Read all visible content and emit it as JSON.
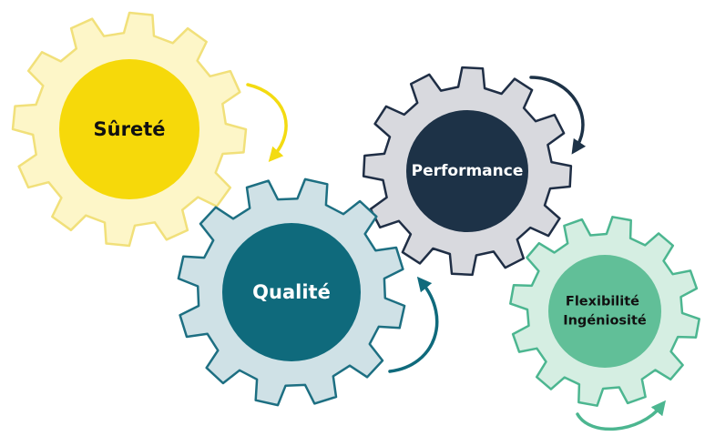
{
  "gears": [
    {
      "id": "surete",
      "lines": [
        "Sûreté"
      ],
      "gear_color": "#fdf6c8",
      "gear_stroke": "#f1e07a",
      "hub_color": "#f6d90a",
      "text_color": "#111111"
    },
    {
      "id": "qualite",
      "lines": [
        "Qualité"
      ],
      "gear_color": "#cfe1e6",
      "gear_stroke": "#1d6f82",
      "hub_color": "#0f6a7c",
      "text_color": "#ffffff"
    },
    {
      "id": "performance",
      "lines": [
        "Performance"
      ],
      "gear_color": "#d8d9de",
      "gear_stroke": "#1f2e45",
      "hub_color": "#1d3247",
      "text_color": "#ffffff"
    },
    {
      "id": "flexibilite",
      "lines": [
        "Flexibilité",
        "Ingéniosité"
      ],
      "gear_color": "#d5eee2",
      "gear_stroke": "#4cb690",
      "hub_color": "#61bf98",
      "text_color": "#111111"
    }
  ],
  "arrows": [
    {
      "id": "surete-arrow",
      "color": "#f3db12"
    },
    {
      "id": "performance-arrow",
      "color": "#1d3247"
    },
    {
      "id": "qualite-arrow",
      "color": "#0f6a7c"
    },
    {
      "id": "flexibilite-arrow",
      "color": "#4cb690"
    }
  ]
}
